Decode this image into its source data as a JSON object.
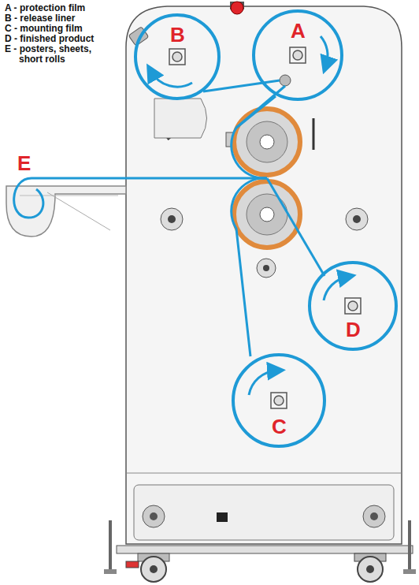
{
  "diagram": {
    "nodes": [
      {
        "text": [
          "B"
        ]
      },
      {
        "text": [
          "A"
        ]
      },
      {
        "text": [
          "D"
        ]
      },
      {
        "text": [
          "C"
        ]
      }
    ],
    "labels": [
      "A - protection film",
      "B - release liner",
      "C - mounting film",
      "D - finished product",
      "E - posters, sheets, short rolls",
      "E"
    ]
  }
}
